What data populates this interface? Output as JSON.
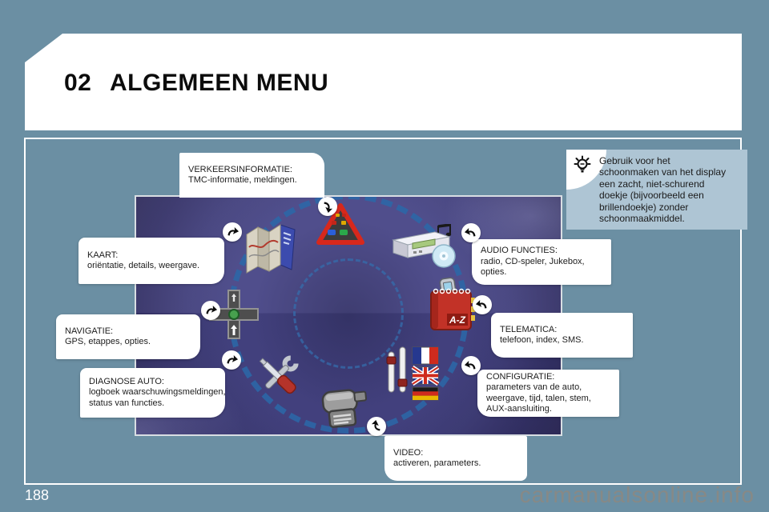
{
  "page": {
    "chapter": "02",
    "title": "ALGEMEEN MENU",
    "number": "188",
    "watermark": "carmanualsonline.info"
  },
  "tip": {
    "text": "Gebruik voor het schoonmaken van het display een zacht, niet-schurend doekje (bijvoorbeeld een brillendoekje) zonder schoonmaakmiddel.",
    "lines": [
      "Gebruik voor het",
      "schoonmaken van het display",
      "een zacht, niet-schurend",
      "doekje (bijvoorbeeld een",
      "brillendoekje) zonder",
      "schoonmaakmiddel."
    ]
  },
  "callouts": [
    {
      "id": "verkeersinformatie",
      "arrow": "down",
      "lines": [
        "VERKEERSINFORMATIE:",
        "TMC-informatie, meldingen."
      ]
    },
    {
      "id": "kaart",
      "arrow": "right",
      "lines": [
        "KAART:",
        "oriëntatie, details, weergave."
      ]
    },
    {
      "id": "navigatie",
      "arrow": "right",
      "lines": [
        "NAVIGATIE:",
        "GPS, etappes, opties."
      ]
    },
    {
      "id": "diagnose-auto",
      "arrow": "right",
      "lines": [
        "DIAGNOSE AUTO:",
        "logboek waarschuwingsmeldingen,",
        "status van functies."
      ]
    },
    {
      "id": "video",
      "arrow": "up",
      "lines": [
        "VIDEO:",
        "activeren, parameters."
      ]
    },
    {
      "id": "audio-functies",
      "arrow": "left",
      "lines": [
        "AUDIO FUNCTIES:",
        "radio, CD-speler, Jukebox,",
        "opties."
      ]
    },
    {
      "id": "telematica",
      "arrow": "left",
      "lines": [
        "TELEMATICA:",
        "telefoon, index, SMS."
      ]
    },
    {
      "id": "configuratie",
      "arrow": "left",
      "lines": [
        "CONFIGURATIE:",
        "parameters van de auto,",
        "weergave, tijd, talen, stem,",
        "AUX-aansluiting."
      ]
    }
  ],
  "menu_image": {
    "phonebook_label": "A-Z",
    "icons": [
      "warning-triangle-icon",
      "map-icon",
      "cd-player-icon",
      "phonebook-icon",
      "crossroad-icon",
      "tools-icon",
      "flags-sliders-icon",
      "video-camera-icon"
    ]
  },
  "colors": {
    "page_bg": "#6B8FA3",
    "panel_white": "#FFFFFF",
    "tip_bg": "#AEC5D4",
    "image_purple": "#474586",
    "image_dark": "#2E2B58",
    "dash_blue": "#2B69A8",
    "triangle_red": "#D7281C",
    "book_red": "#C23227",
    "text": "#1D1D1D"
  }
}
